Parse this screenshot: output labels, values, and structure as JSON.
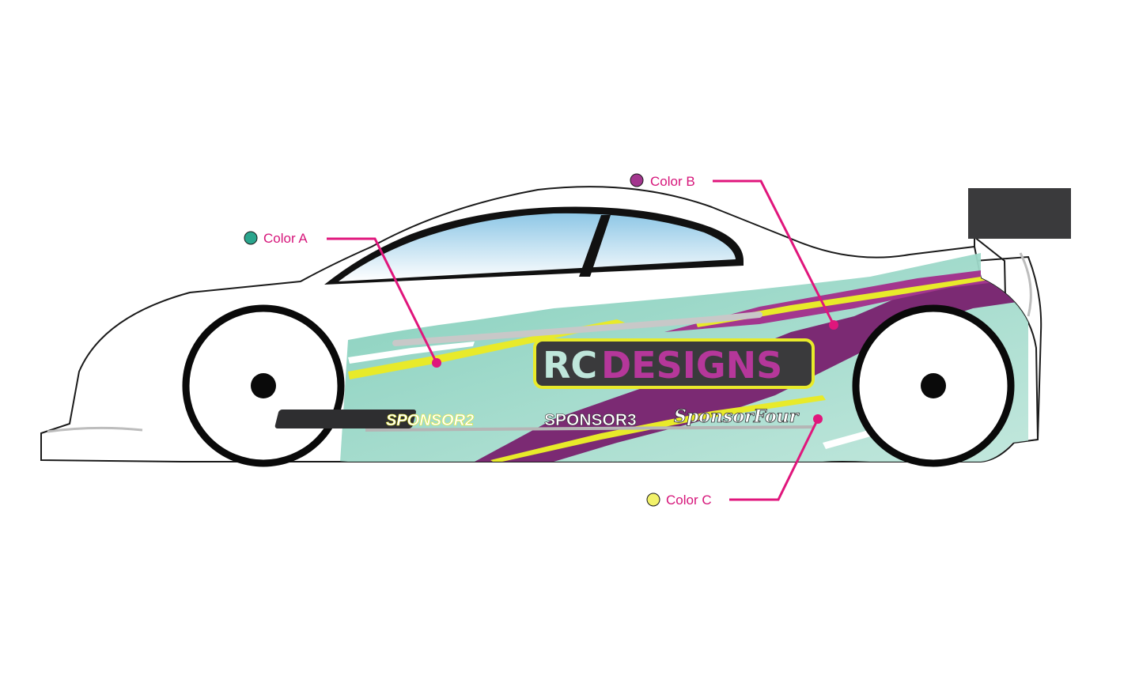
{
  "colors": {
    "color_a": "#2aa58d",
    "color_b": "#a3368e",
    "color_c": "#f2f26a",
    "callout_line": "#e0167c",
    "mint": "#8fd3c2",
    "purple": "#7b2a73",
    "yellow": "#e8ea2a",
    "wing": "#3a3a3c",
    "window_top": "#8ec7e6"
  },
  "callouts": [
    {
      "id": "color-a",
      "label": "Color A",
      "swatch": "#2aa58d"
    },
    {
      "id": "color-b",
      "label": "Color B",
      "swatch": "#a3368e"
    },
    {
      "id": "color-c",
      "label": "Color C",
      "swatch": "#f2f26a"
    }
  ],
  "logo": {
    "part1": "RC",
    "part2": "DESIGNS"
  },
  "sponsors": {
    "s2": "SPONSOR2",
    "s3": "SPONSOR3",
    "s4": "SponsorFour"
  }
}
